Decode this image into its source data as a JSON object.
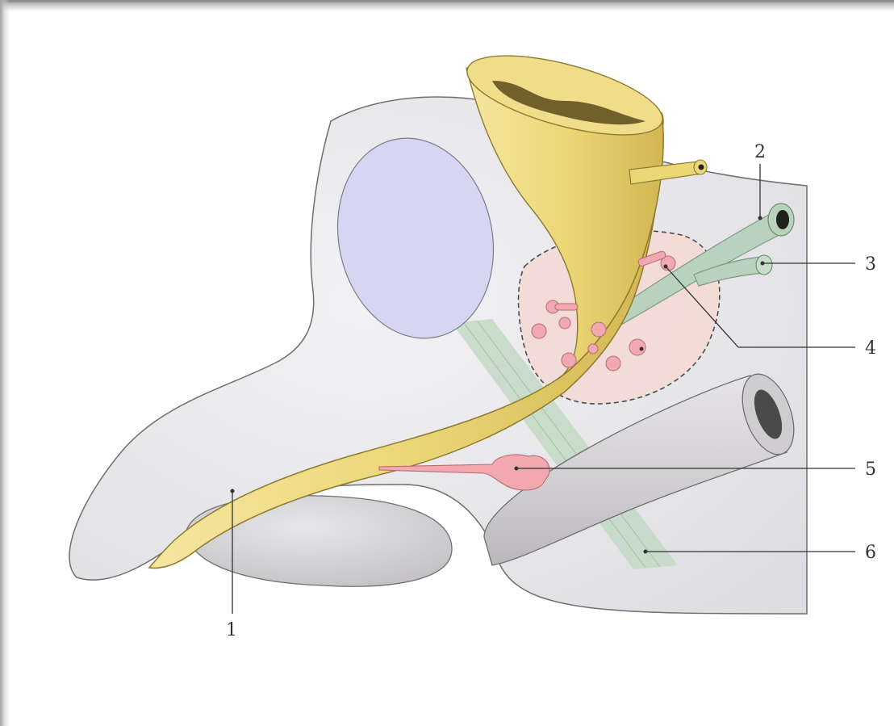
{
  "callouts": [
    {
      "id": "1",
      "label": "1"
    },
    {
      "id": "2",
      "label": "2"
    },
    {
      "id": "3",
      "label": "3"
    },
    {
      "id": "4",
      "label": "4"
    },
    {
      "id": "5",
      "label": "5"
    },
    {
      "id": "6",
      "label": "6"
    }
  ],
  "colors": {
    "tissue": "#e9e9ec",
    "tissue_stroke": "#7a7a7a",
    "duct_yellow": "#ecd777",
    "duct_dark": "#cdb24e",
    "oval_lavender": "#d6d6f2",
    "band_green": "#c3d8c3",
    "vessel_green": "#b9d2bd",
    "nodes_pink": "#f1a8b0",
    "zone_pink": "#f4dcd6",
    "tube_gray": "#d7d5d7"
  }
}
